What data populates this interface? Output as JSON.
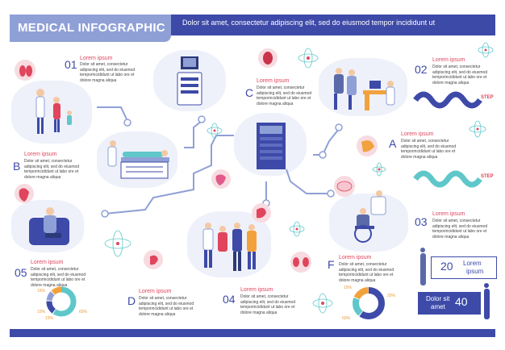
{
  "header": {
    "title": "MEDICAL INFOGRAPHIC",
    "subtitle": "Dolor sit amet, consectetur adipiscing elit, sed do eiusmod tempor  incididunt ut"
  },
  "sections": {
    "s01": {
      "marker": "01",
      "title": "Lorem ipsum",
      "body": "Dolor sit amet, consectetur adipiscing elit, sed do eiusmod temporincididunt ut labo ore et dolore  magna  aliqua"
    },
    "sB": {
      "marker": "B",
      "title": "Lorem ipsum",
      "body": "Dolor sit amet, consectetur adipiscing elit, sed do eiusmod temporincididunt ut labo ore et dolore  magna  aliqua"
    },
    "sC": {
      "marker": "C",
      "title": "Lorem ipsum",
      "body": "Dolor sit amet, consectetur adipiscing elit, sed do eiusmod temporincididunt ut labo ore et dolore  magna  aliqua"
    },
    "s02": {
      "marker": "02",
      "title": "Lorem ipsum",
      "body": "Dolor sit amet, consectetur adipiscing elit, sed do eiusmod temporincididunt ut labo ore et dolore  magna  aliqua"
    },
    "sA": {
      "marker": "A",
      "title": "Lorem ipsum",
      "body": "Dolor sit amet, consectetur adipiscing elit, sed do eiusmod temporincididunt ut labo ore et dolore  magna  aliqua"
    },
    "s03": {
      "marker": "03",
      "title": "Lorem ipsum",
      "body": "Dolor sit amet, consectetur adipiscing elit, sed do eiusmod temporincididunt ut labo ore et dolore  magna  aliqua"
    },
    "s05": {
      "marker": "05",
      "title": "Lorem ipsum",
      "body": "Dolor sit amet, consectetur adipiscing elit, sed do eiusmod temporincididunt ut labo ore et dolore  magna  aliqua"
    },
    "sD": {
      "marker": "D",
      "title": "Lorem ipsum",
      "body": "Dolor sit amet, consectetur adipiscing elit, sed do eiusmod temporincididunt ut labo ore et dolore  magna  aliqua"
    },
    "s04": {
      "marker": "04",
      "title": "Lorem ipsum",
      "body": "Dolor sit amet, consectetur adipiscing elit, sed do eiusmod temporincididunt ut labo ore et dolore  magna  aliqua"
    },
    "sF": {
      "marker": "F",
      "title": "Lorem ipsum",
      "body": "Dolor sit amet, consectetur adipiscing elit, sed do eiusmod temporincididunt ut labo ore et dolore  magna  aliqua"
    }
  },
  "steps": {
    "step1": "STEP",
    "step2": "STEP"
  },
  "badges": {
    "b20_num": "20",
    "b20_line1": "Lorem",
    "b20_line2": "ipsum",
    "b40_line1": "Dolor sit",
    "b40_line2": "amet",
    "b40_num": "40"
  },
  "donut_left": {
    "p1": "15%",
    "p2": "10%",
    "p3": "15%",
    "p4": "60%"
  },
  "donut_right": {
    "p1": "15%",
    "p2": "20%",
    "p3": "60%"
  },
  "colors": {
    "primary": "#3d4aa8",
    "accent": "#e0455d",
    "light": "#8fa0d6",
    "teal": "#5fc7c9",
    "orange": "#f2a23c"
  }
}
